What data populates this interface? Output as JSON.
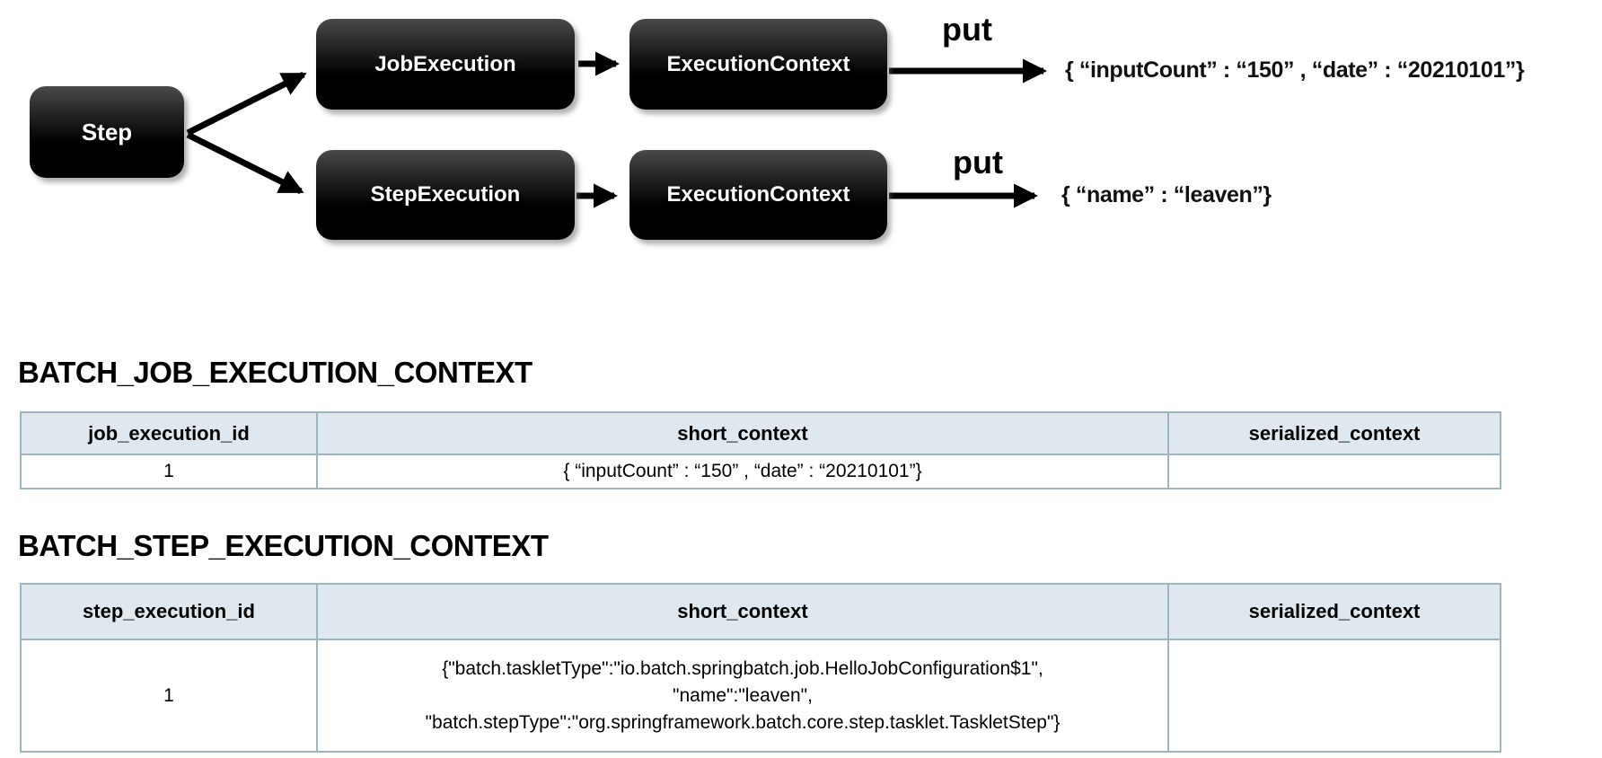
{
  "diagram": {
    "nodes": {
      "step": "Step",
      "job_execution": "JobExecution",
      "execution_context_job": "ExecutionContext",
      "step_execution": "StepExecution",
      "execution_context_step": "ExecutionContext"
    },
    "put_label_top": "put",
    "put_label_bottom": "put",
    "json_top": "{ “inputCount” : “150” , “date” : “20210101”}",
    "json_bottom": "{ “name” : “leaven”}"
  },
  "job_table": {
    "title": "BATCH_JOB_EXECUTION_CONTEXT",
    "headers": [
      "job_execution_id",
      "short_context",
      "serialized_context"
    ],
    "row": {
      "job_execution_id": "1",
      "short_context": "{ “inputCount” : “150” , “date” : “20210101”}",
      "serialized_context": ""
    }
  },
  "step_table": {
    "title": "BATCH_STEP_EXECUTION_CONTEXT",
    "headers": [
      "step_execution_id",
      "short_context",
      "serialized_context"
    ],
    "row": {
      "step_execution_id": "1",
      "short_context_lines": [
        "{\"batch.taskletType\":\"io.batch.springbatch.job.HelloJobConfiguration$1\",",
        "\"name\":\"leaven\",",
        "\"batch.stepType\":\"org.springframework.batch.core.step.tasklet.TaskletStep\"}"
      ],
      "serialized_context": ""
    }
  },
  "colors": {
    "table_header_bg": "#dee8ee",
    "table_border": "#9db5c0",
    "node_fill_top": "#4a4a4a",
    "node_fill_bottom": "#000000",
    "arrow": "#000000"
  }
}
